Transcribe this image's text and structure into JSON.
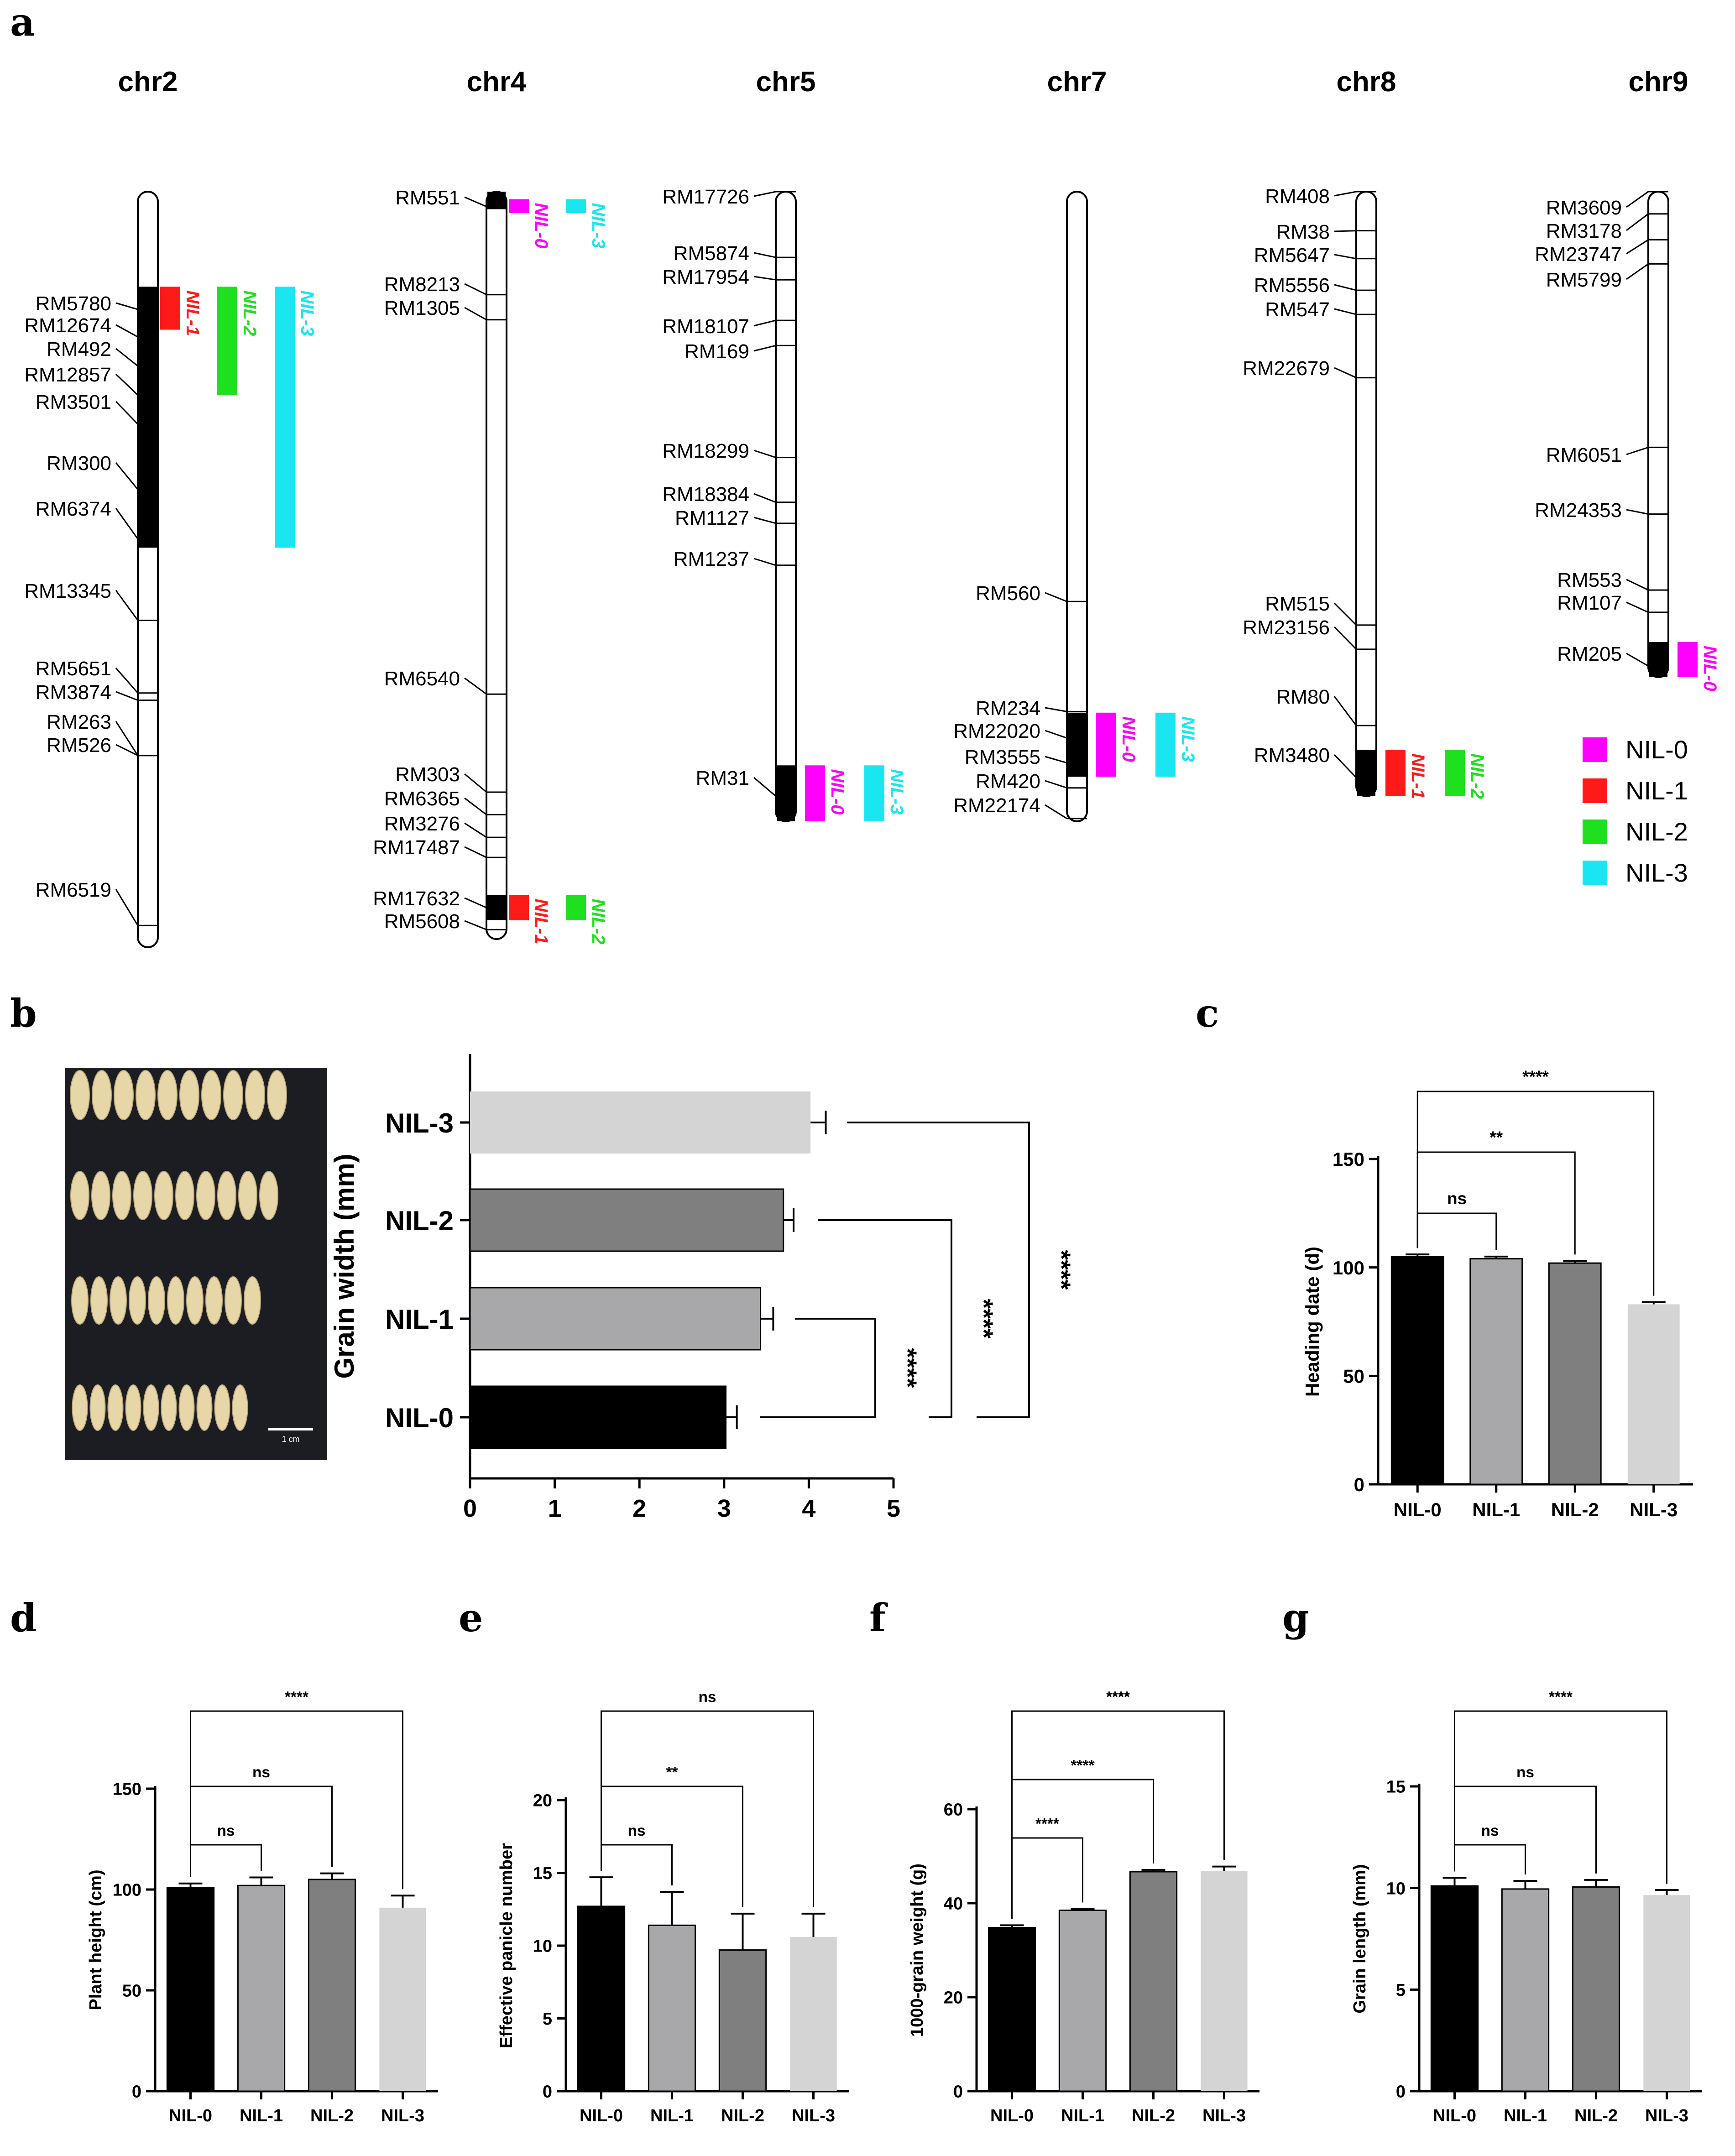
{
  "colors": {
    "NIL-0": "#ff00ff",
    "NIL-1": "#ff1a1a",
    "NIL-2": "#1fe01f",
    "NIL-3": "#19e6f0",
    "bar_NIL-0": "#000000",
    "bar_NIL-1": "#a8a8ab",
    "bar_NIL-2": "#7f7f7f",
    "bar_NIL-3": "#d4d4d4"
  },
  "panels": {
    "a": "a",
    "b": "b",
    "c": "c",
    "d": "d",
    "e": "e",
    "f": "f",
    "g": "g"
  },
  "chromosome_map": {
    "legend": [
      "NIL-0",
      "NIL-1",
      "NIL-2",
      "NIL-3"
    ],
    "chromosomes": [
      {
        "name": "chr2",
        "markers": [
          {
            "name": "RM5780",
            "pos": 0.1558
          },
          {
            "name": "RM12674",
            "pos": 0.1923
          },
          {
            "name": "RM492",
            "pos": 0.2308
          },
          {
            "name": "RM12857",
            "pos": 0.2692
          },
          {
            "name": "RM3501",
            "pos": 0.3077
          },
          {
            "name": "RM300",
            "pos": 0.3942
          },
          {
            "name": "RM6374",
            "pos": 0.4596
          },
          {
            "name": "RM13345",
            "pos": 0.5673
          },
          {
            "name": "RM5651",
            "pos": 0.6635
          },
          {
            "name": "RM3874",
            "pos": 0.6731
          },
          {
            "name": "RM263",
            "pos": 0.7462
          },
          {
            "name": "RM526",
            "pos": 0.7462
          },
          {
            "name": "RM6519",
            "pos": 0.9712
          }
        ],
        "introgression": [
          0.1258,
          0.4712
        ],
        "segments": [
          {
            "nil": "NIL-1",
            "start": 0.1258,
            "end": 0.1827
          },
          {
            "nil": "NIL-2",
            "start": 0.1258,
            "end": 0.2692
          },
          {
            "nil": "NIL-3",
            "start": 0.1258,
            "end": 0.4712
          }
        ]
      },
      {
        "name": "chr4",
        "markers": [
          {
            "name": "RM551",
            "pos": 0.02
          },
          {
            "name": "RM8213",
            "pos": 0.1378
          },
          {
            "name": "RM1305",
            "pos": 0.1714
          },
          {
            "name": "RM6540",
            "pos": 0.6723
          },
          {
            "name": "RM303",
            "pos": 0.8034
          },
          {
            "name": "RM6365",
            "pos": 0.8336
          },
          {
            "name": "RM3276",
            "pos": 0.8639
          },
          {
            "name": "RM17487",
            "pos": 0.8908
          },
          {
            "name": "RM17632",
            "pos": 0.958
          },
          {
            "name": "RM5608",
            "pos": 0.9874
          }
        ],
        "introgression_top": [
          0.0,
          0.0235
        ],
        "introgression": [
          0.9412,
          0.9746
        ],
        "segments": [
          {
            "nil": "NIL-0",
            "start": 0.0101,
            "end": 0.0286
          },
          {
            "nil": "NIL-3",
            "start": 0.0101,
            "end": 0.0286
          },
          {
            "nil": "NIL-1",
            "start": 0.9412,
            "end": 0.9748
          },
          {
            "nil": "NIL-2",
            "start": 0.9412,
            "end": 0.9748
          }
        ]
      },
      {
        "name": "chr5",
        "markers": [
          {
            "name": "RM17726",
            "pos": 0.0
          },
          {
            "name": "RM5874",
            "pos": 0.1044
          },
          {
            "name": "RM17954",
            "pos": 0.14
          },
          {
            "name": "RM18107",
            "pos": 0.2044
          },
          {
            "name": "RM169",
            "pos": 0.2444
          },
          {
            "name": "RM18299",
            "pos": 0.4222
          },
          {
            "name": "RM18384",
            "pos": 0.4933
          },
          {
            "name": "RM1127",
            "pos": 0.5267
          },
          {
            "name": "RM1237",
            "pos": 0.5933
          },
          {
            "name": "RM31",
            "pos": 0.96
          }
        ],
        "introgression": [
          0.9111,
          1.0
        ],
        "segments": [
          {
            "nil": "NIL-0",
            "start": 0.9111,
            "end": 1.0
          },
          {
            "nil": "NIL-3",
            "start": 0.9111,
            "end": 1.0
          }
        ]
      },
      {
        "name": "chr7",
        "markers": [
          {
            "name": "RM560",
            "pos": 0.6509
          },
          {
            "name": "RM234",
            "pos": 0.8257
          },
          {
            "name": "RM22020",
            "pos": 0.8677
          },
          {
            "name": "RM3555",
            "pos": 0.9071
          },
          {
            "name": "RM420",
            "pos": 0.9469
          },
          {
            "name": "RM22174",
            "pos": 0.9956
          }
        ],
        "introgression": [
          0.8274,
          0.9292
        ],
        "segments": [
          {
            "nil": "NIL-0",
            "start": 0.8274,
            "end": 0.9292
          },
          {
            "nil": "NIL-3",
            "start": 0.8274,
            "end": 0.9292
          }
        ]
      },
      {
        "name": "chr8",
        "markers": [
          {
            "name": "RM408",
            "pos": 0.0
          },
          {
            "name": "RM38",
            "pos": 0.0646
          },
          {
            "name": "RM5647",
            "pos": 0.1108
          },
          {
            "name": "RM5556",
            "pos": 0.1631
          },
          {
            "name": "RM547",
            "pos": 0.2031
          },
          {
            "name": "RM22679",
            "pos": 0.3077
          },
          {
            "name": "RM515",
            "pos": 0.7169
          },
          {
            "name": "RM23156",
            "pos": 0.7569
          },
          {
            "name": "RM80",
            "pos": 0.8831
          },
          {
            "name": "RM3480",
            "pos": 0.9692
          }
        ],
        "introgression": [
          0.9231,
          1.0
        ],
        "segments": [
          {
            "nil": "NIL-1",
            "start": 0.9231,
            "end": 1.0
          },
          {
            "nil": "NIL-2",
            "start": 0.9231,
            "end": 1.0
          }
        ]
      },
      {
        "name": "chr9",
        "markers": [
          {
            "name": "RM3609",
            "pos": 0.0
          },
          {
            "name": "RM3178",
            "pos": 0.0458
          },
          {
            "name": "RM23747",
            "pos": 0.0992
          },
          {
            "name": "RM5799",
            "pos": 0.1489
          },
          {
            "name": "RM6051",
            "pos": 0.5267
          },
          {
            "name": "RM24353",
            "pos": 0.6641
          },
          {
            "name": "RM553",
            "pos": 0.8206
          },
          {
            "name": "RM107",
            "pos": 0.8664
          },
          {
            "name": "RM205",
            "pos": 0.9771
          }
        ],
        "introgression": [
          0.9275,
          1.0
        ],
        "segments": [
          {
            "nil": "NIL-0",
            "start": 0.9275,
            "end": 1.0
          }
        ]
      }
    ]
  },
  "photo_scale_label": "1 cm",
  "chart_data": [
    {
      "panel": "b",
      "type": "bar",
      "orientation": "horizontal",
      "categories": [
        "NIL-3",
        "NIL-2",
        "NIL-1",
        "NIL-0"
      ],
      "values": [
        4.02,
        3.7,
        3.43,
        3.02
      ],
      "errors": [
        0.18,
        0.12,
        0.15,
        0.13
      ],
      "xlabel": "",
      "ylabel": "Grain width (mm)",
      "xlim": [
        0,
        5
      ],
      "xticks": [
        0,
        1,
        2,
        3,
        4,
        5
      ],
      "comparisons": [
        {
          "a": "NIL-0",
          "b": "NIL-1",
          "label": "****"
        },
        {
          "a": "NIL-0",
          "b": "NIL-2",
          "label": "****"
        },
        {
          "a": "NIL-0",
          "b": "NIL-3",
          "label": "****"
        }
      ]
    },
    {
      "panel": "c",
      "type": "bar",
      "categories": [
        "NIL-0",
        "NIL-1",
        "NIL-2",
        "NIL-3"
      ],
      "values": [
        105,
        104,
        102,
        83
      ],
      "errors": [
        1,
        1,
        1,
        1
      ],
      "ylabel": "Heading date (d)",
      "ylim": [
        0,
        150
      ],
      "yticks": [
        0,
        50,
        100,
        150
      ],
      "comparisons": [
        {
          "a": "NIL-0",
          "b": "NIL-1",
          "label": "ns",
          "level": 1
        },
        {
          "a": "NIL-0",
          "b": "NIL-2",
          "label": "**",
          "level": 2
        },
        {
          "a": "NIL-0",
          "b": "NIL-3",
          "label": "****",
          "level": 3
        }
      ]
    },
    {
      "panel": "d",
      "type": "bar",
      "categories": [
        "NIL-0",
        "NIL-1",
        "NIL-2",
        "NIL-3"
      ],
      "values": [
        101,
        102,
        105,
        91
      ],
      "errors": [
        2,
        4,
        3,
        6
      ],
      "ylabel": "Plant height (cm)",
      "ylim": [
        0,
        150
      ],
      "yticks": [
        0,
        50,
        100,
        150
      ],
      "comparisons": [
        {
          "a": "NIL-0",
          "b": "NIL-1",
          "label": "ns",
          "level": 1
        },
        {
          "a": "NIL-0",
          "b": "NIL-2",
          "label": "ns",
          "level": 2
        },
        {
          "a": "NIL-0",
          "b": "NIL-3",
          "label": "****",
          "level": 3
        }
      ]
    },
    {
      "panel": "e",
      "type": "bar",
      "categories": [
        "NIL-0",
        "NIL-1",
        "NIL-2",
        "NIL-3"
      ],
      "values": [
        12.7,
        11.4,
        9.7,
        10.6
      ],
      "errors": [
        2.0,
        2.3,
        2.5,
        1.6
      ],
      "ylabel": "Effective panicle number",
      "ylim": [
        0,
        20
      ],
      "yticks": [
        0,
        5,
        10,
        15,
        20
      ],
      "comparisons": [
        {
          "a": "NIL-0",
          "b": "NIL-1",
          "label": "ns",
          "level": 1
        },
        {
          "a": "NIL-0",
          "b": "NIL-2",
          "label": "**",
          "level": 2
        },
        {
          "a": "NIL-0",
          "b": "NIL-3",
          "label": "ns",
          "level": 3
        }
      ]
    },
    {
      "panel": "f",
      "type": "bar",
      "categories": [
        "NIL-0",
        "NIL-1",
        "NIL-2",
        "NIL-3"
      ],
      "values": [
        34.8,
        38.5,
        46.7,
        46.8
      ],
      "errors": [
        0.5,
        0.3,
        0.4,
        1.0
      ],
      "ylabel": "1000-grain weight (g)",
      "ylim": [
        0,
        60
      ],
      "yticks": [
        0,
        20,
        40,
        60
      ],
      "comparisons": [
        {
          "a": "NIL-0",
          "b": "NIL-1",
          "label": "****",
          "level": 1
        },
        {
          "a": "NIL-0",
          "b": "NIL-2",
          "label": "****",
          "level": 2
        },
        {
          "a": "NIL-0",
          "b": "NIL-3",
          "label": "****",
          "level": 3
        }
      ]
    },
    {
      "panel": "g",
      "type": "bar",
      "categories": [
        "NIL-0",
        "NIL-1",
        "NIL-2",
        "NIL-3"
      ],
      "values": [
        10.1,
        9.95,
        10.05,
        9.65
      ],
      "errors": [
        0.4,
        0.4,
        0.35,
        0.25
      ],
      "ylabel": "Grain length (mm)",
      "ylim": [
        0,
        15
      ],
      "yticks": [
        0,
        5,
        10,
        15
      ],
      "comparisons": [
        {
          "a": "NIL-0",
          "b": "NIL-1",
          "label": "ns",
          "level": 1
        },
        {
          "a": "NIL-0",
          "b": "NIL-2",
          "label": "ns",
          "level": 2
        },
        {
          "a": "NIL-0",
          "b": "NIL-3",
          "label": "****",
          "level": 3
        }
      ]
    }
  ]
}
